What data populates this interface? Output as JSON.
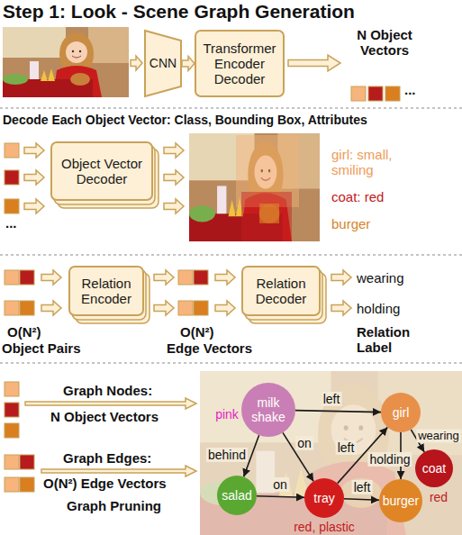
{
  "diagram": {
    "title": "Step 1: Look - Scene Graph Generation",
    "nodes": [
      {
        "text": [
          "CNN"
        ]
      },
      {
        "text": [
          "Transformer Encoder Decoder"
        ]
      },
      {
        "text": [
          "Object Vector Decoder"
        ]
      },
      {
        "text": [
          "Relation Encoder"
        ]
      },
      {
        "text": [
          "Relation Decoder"
        ]
      },
      {
        "text": [
          "milk shake"
        ]
      },
      {
        "text": [
          "girl"
        ]
      },
      {
        "text": [
          "coat"
        ]
      },
      {
        "text": [
          "salad"
        ]
      },
      {
        "text": [
          "tray"
        ]
      },
      {
        "text": [
          "burger"
        ]
      }
    ],
    "edges": [
      {
        "from": 0,
        "to": 1,
        "arrow": "to"
      },
      {
        "from": 5,
        "to": 6,
        "label": "left",
        "arrow": "to"
      },
      {
        "from": 6,
        "to": 7,
        "label": "wearing",
        "arrow": "to"
      },
      {
        "from": 6,
        "to": 10,
        "label": "holding",
        "arrow": "to"
      },
      {
        "from": 5,
        "to": 8,
        "label": "behind",
        "arrow": "to"
      },
      {
        "from": 5,
        "to": 9,
        "label": "on",
        "arrow": "to"
      },
      {
        "from": 9,
        "to": 6,
        "label": "left",
        "arrow": "to"
      },
      {
        "from": 8,
        "to": 9,
        "label": "on",
        "arrow": "to"
      },
      {
        "from": 9,
        "to": 10,
        "label": "left",
        "arrow": "to"
      }
    ],
    "labels": [
      "N Object Vectors",
      "...",
      "Decode Each Object Vector: Class, Bounding Box, Attributes",
      "girl: small, smiling",
      "coat: red",
      "burger",
      "...",
      "wearing",
      "holding",
      "O(N²)",
      "Object Pairs",
      "O(N²)",
      "Edge Vectors",
      "Relation Label",
      "Graph Nodes:",
      "N Object Vectors",
      "Graph Edges:",
      "O(N²) Edge Vectors",
      "Graph Pruning",
      "pink",
      "red",
      "red, plastic"
    ]
  }
}
